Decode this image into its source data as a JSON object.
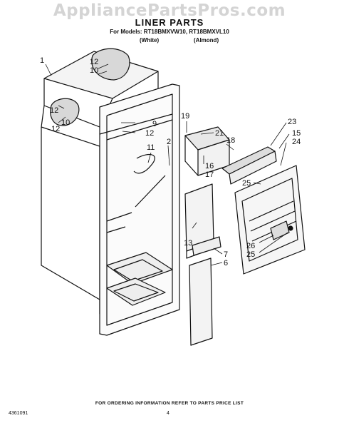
{
  "watermark": "AppliancePartsPros.com",
  "title": "LINER PARTS",
  "models_line": "For Models: RT18BMXVW10, RT18BMXVL10",
  "color_white": "(White)",
  "color_almond": "(Almond)",
  "footer_note": "FOR ORDERING INFORMATION REFER TO PARTS PRICE LIST",
  "document_number": "4361091",
  "page_number": "4",
  "callouts": {
    "c1": "1",
    "c12a": "12",
    "c10a": "10",
    "c12b": "12",
    "c10b": "10",
    "c12c": "12",
    "c12d": "12",
    "c9": "9",
    "c2": "2",
    "c11": "11",
    "c19": "19",
    "c21": "21",
    "c18": "18",
    "c16": "16",
    "c17": "17",
    "c23": "23",
    "c15": "15",
    "c24": "24",
    "c25a": "25",
    "c13": "13",
    "c7": "7",
    "c6": "6",
    "c26": "26",
    "c25b": "25"
  }
}
